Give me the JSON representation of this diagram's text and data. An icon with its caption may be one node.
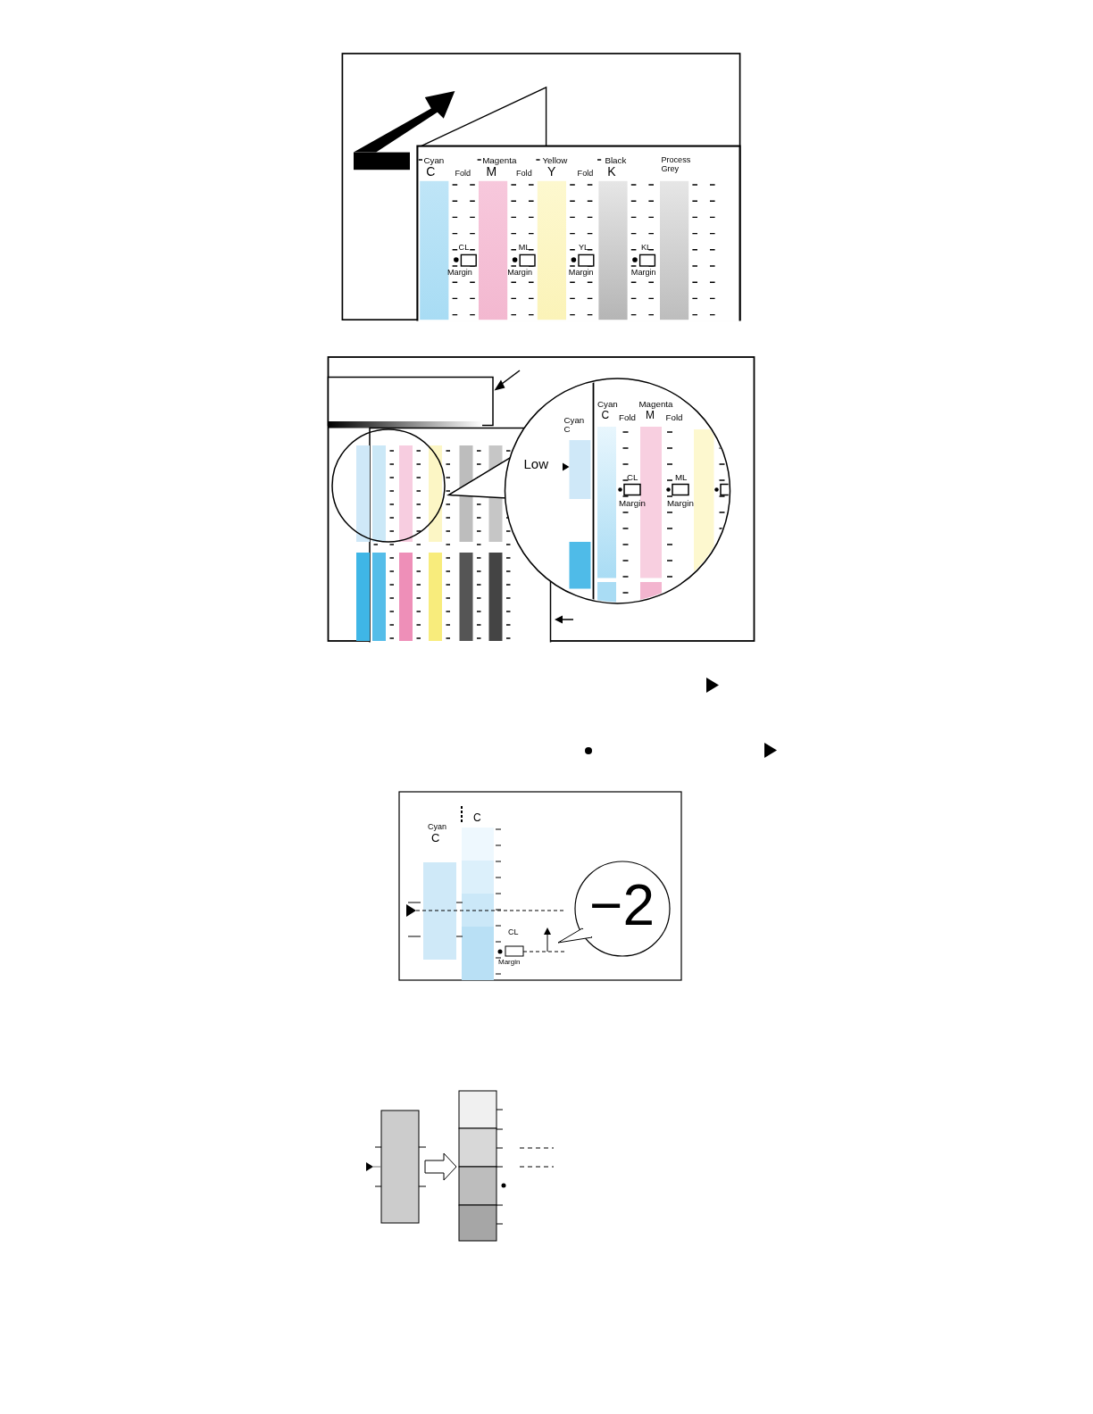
{
  "diagram": {
    "labels": [
      "Cyan",
      "C",
      "Fold",
      "Magenta",
      "M",
      "Fold",
      "Yellow",
      "Y",
      "Fold",
      "Black",
      "K",
      "Process Grey",
      "CL",
      "Margin",
      "ML",
      "Margin",
      "YL",
      "Margin",
      "KL",
      "Margin",
      "Cyan C",
      "Cyan",
      "C",
      "Fold",
      "Magenta",
      "M",
      "Fold",
      "Low",
      "CL",
      "Margin",
      "ML",
      "Margin",
      "C",
      "Cyan",
      "C",
      "CL",
      "Margin",
      "−2"
    ]
  }
}
